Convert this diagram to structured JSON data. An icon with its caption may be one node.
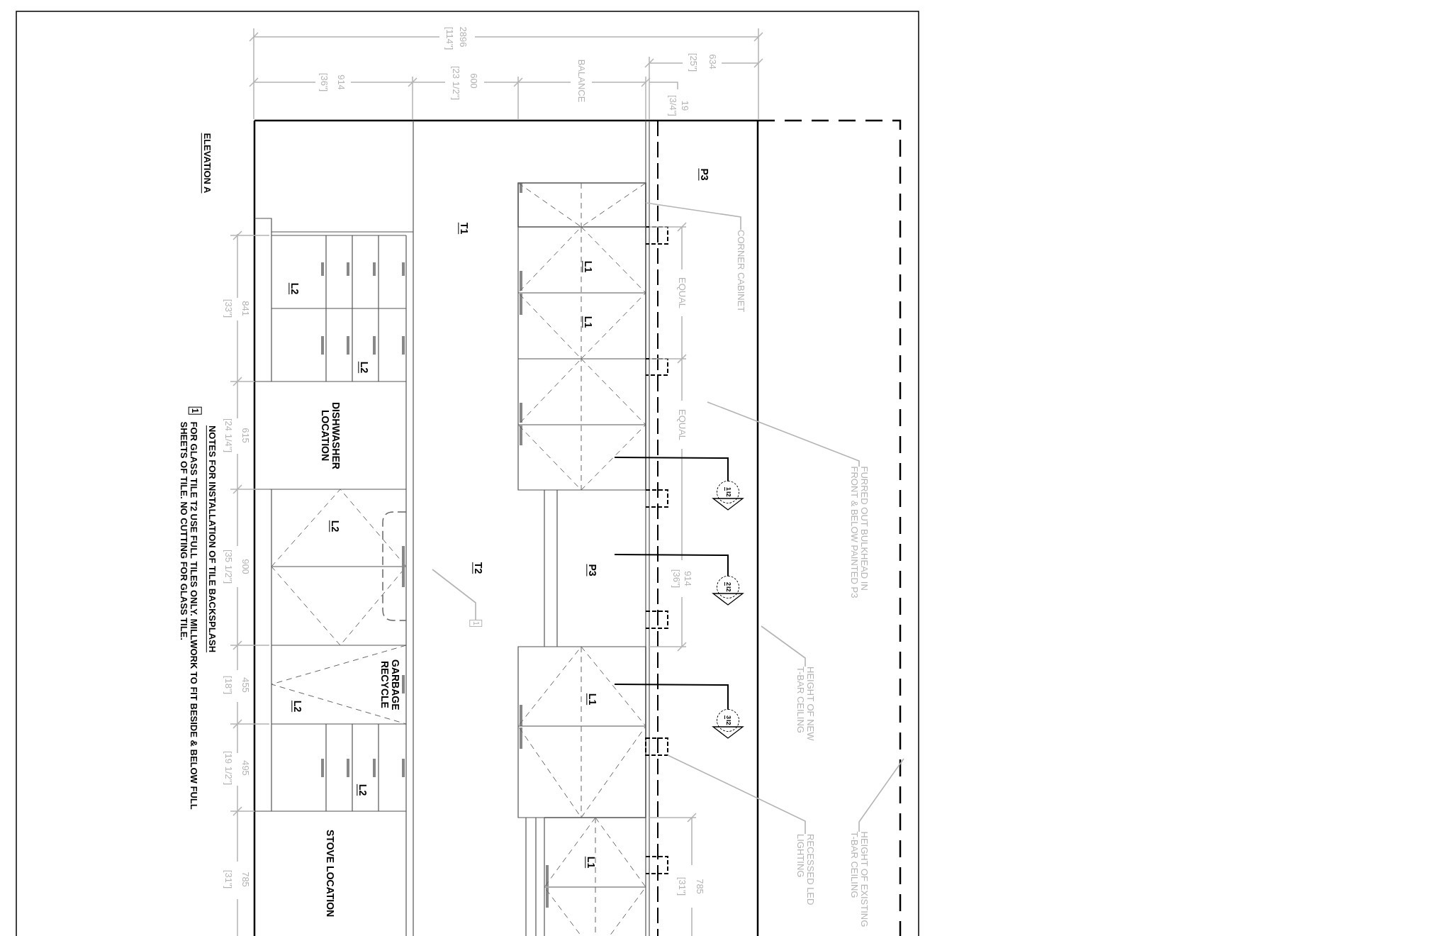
{
  "diagram": {
    "title": "ELEVATION A",
    "nodes": [
      {
        "text": [],
        "shape": "box"
      },
      {
        "text": [
          "CORNER CABINET"
        ]
      },
      {
        "text": [
          "FURRED OUT BULKHEAD IN FRONT & BELOW PAINTED P3"
        ]
      },
      {
        "text": [
          "HEIGHT OF NEW T-BAR CEILING"
        ]
      },
      {
        "text": [],
        "shape": "box"
      },
      {
        "text": [
          "RECESSED LED LIGHTING"
        ]
      },
      {
        "text": [
          "HEIGHT OF EXISTING T-BAR CEILING"
        ]
      },
      {
        "text": [
          "DISHWASHER LOCATION"
        ]
      },
      {
        "text": [
          "GARBAGE RECYCLE"
        ]
      },
      {
        "text": [
          "STOVE LOCATION"
        ]
      },
      {
        "text": [
          "1"
        ]
      },
      {
        "text": [
          "1",
          "I2"
        ]
      },
      {
        "text": [
          "2",
          "I2"
        ]
      },
      {
        "text": [
          "3",
          "I2"
        ]
      }
    ],
    "edges": [
      {
        "from": 1,
        "to": 0,
        "arrow": "none"
      },
      {
        "from": 2,
        "to": null,
        "arrow": "none"
      },
      {
        "from": 3,
        "to": null,
        "arrow": "none"
      },
      {
        "from": 5,
        "to": 4,
        "arrow": "none"
      },
      {
        "from": 6,
        "to": null,
        "arrow": "none"
      },
      {
        "from": 10,
        "to": null,
        "arrow": "none"
      },
      {
        "from": 11,
        "to": null,
        "arrow": "none",
        "color": "#000000"
      },
      {
        "from": 12,
        "to": null,
        "arrow": "none",
        "color": "#000000"
      },
      {
        "from": 13,
        "to": null,
        "arrow": "none",
        "color": "#000000"
      }
    ],
    "labels": [
      "2896",
      "[114\"]",
      "914",
      "[36\"]",
      "600",
      "[23 1/2\"]",
      "BALANCE",
      "634",
      "[25\"]",
      "19",
      "[3/4\"]",
      "T1",
      "P3",
      "L2",
      "L1",
      "L1",
      "EQUAL",
      "841",
      "[33\"]",
      "L2",
      "EQUAL",
      "615",
      "[24 1/4\"]",
      "L2",
      "T2",
      "P3",
      "900",
      "[35 1/2\"]",
      "914",
      "[36\"]",
      "455",
      "[18\"]",
      "L2",
      "L1",
      "495",
      "[19 1/2\"]",
      "L2",
      "L1",
      "785",
      "[31\"]",
      "785",
      "[31\"]",
      "NOTES FOR INSTALLATION OF TILE BACKSPLASH",
      "1",
      "FOR GLASS TILE T2 USE FULL TILES ONLY. MILLWORK TO FIT BESIDE & BELOW FULL SHEETS OF TILE. NO CUTTING FOR GLASS TILE."
    ]
  }
}
